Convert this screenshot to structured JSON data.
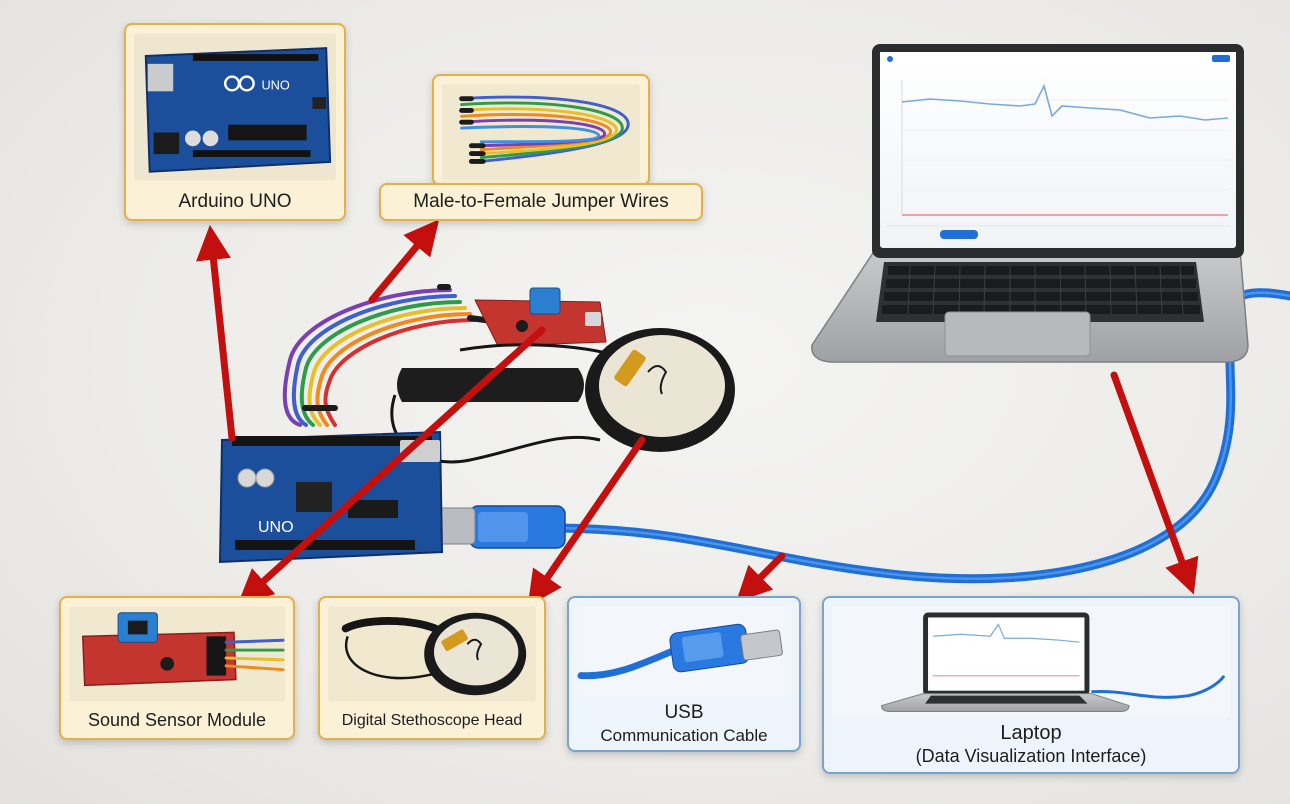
{
  "components": {
    "arduino_uno": {
      "label": "Arduino UNO",
      "board_text": "UNO"
    },
    "jumper_wires": {
      "label": "Male-to-Female Jumper Wires"
    },
    "sound_sensor": {
      "label": "Sound Sensor Module"
    },
    "stethoscope": {
      "label": "Digital Stethoscope Head"
    },
    "usb_cable": {
      "title": "USB",
      "subtitle": "Communication Cable"
    },
    "laptop": {
      "title": "Laptop",
      "subtitle": "(Data Visualization Interface)"
    }
  },
  "colors": {
    "arrow": "#c40f0f",
    "orange_border": "#e2b14a",
    "orange_fill": "#fbf1d6",
    "blue_border": "#7aa3cf",
    "blue_fill": "#eef4fb",
    "board_blue": "#1b4f9c",
    "usb_blue": "#1f6fd6"
  }
}
